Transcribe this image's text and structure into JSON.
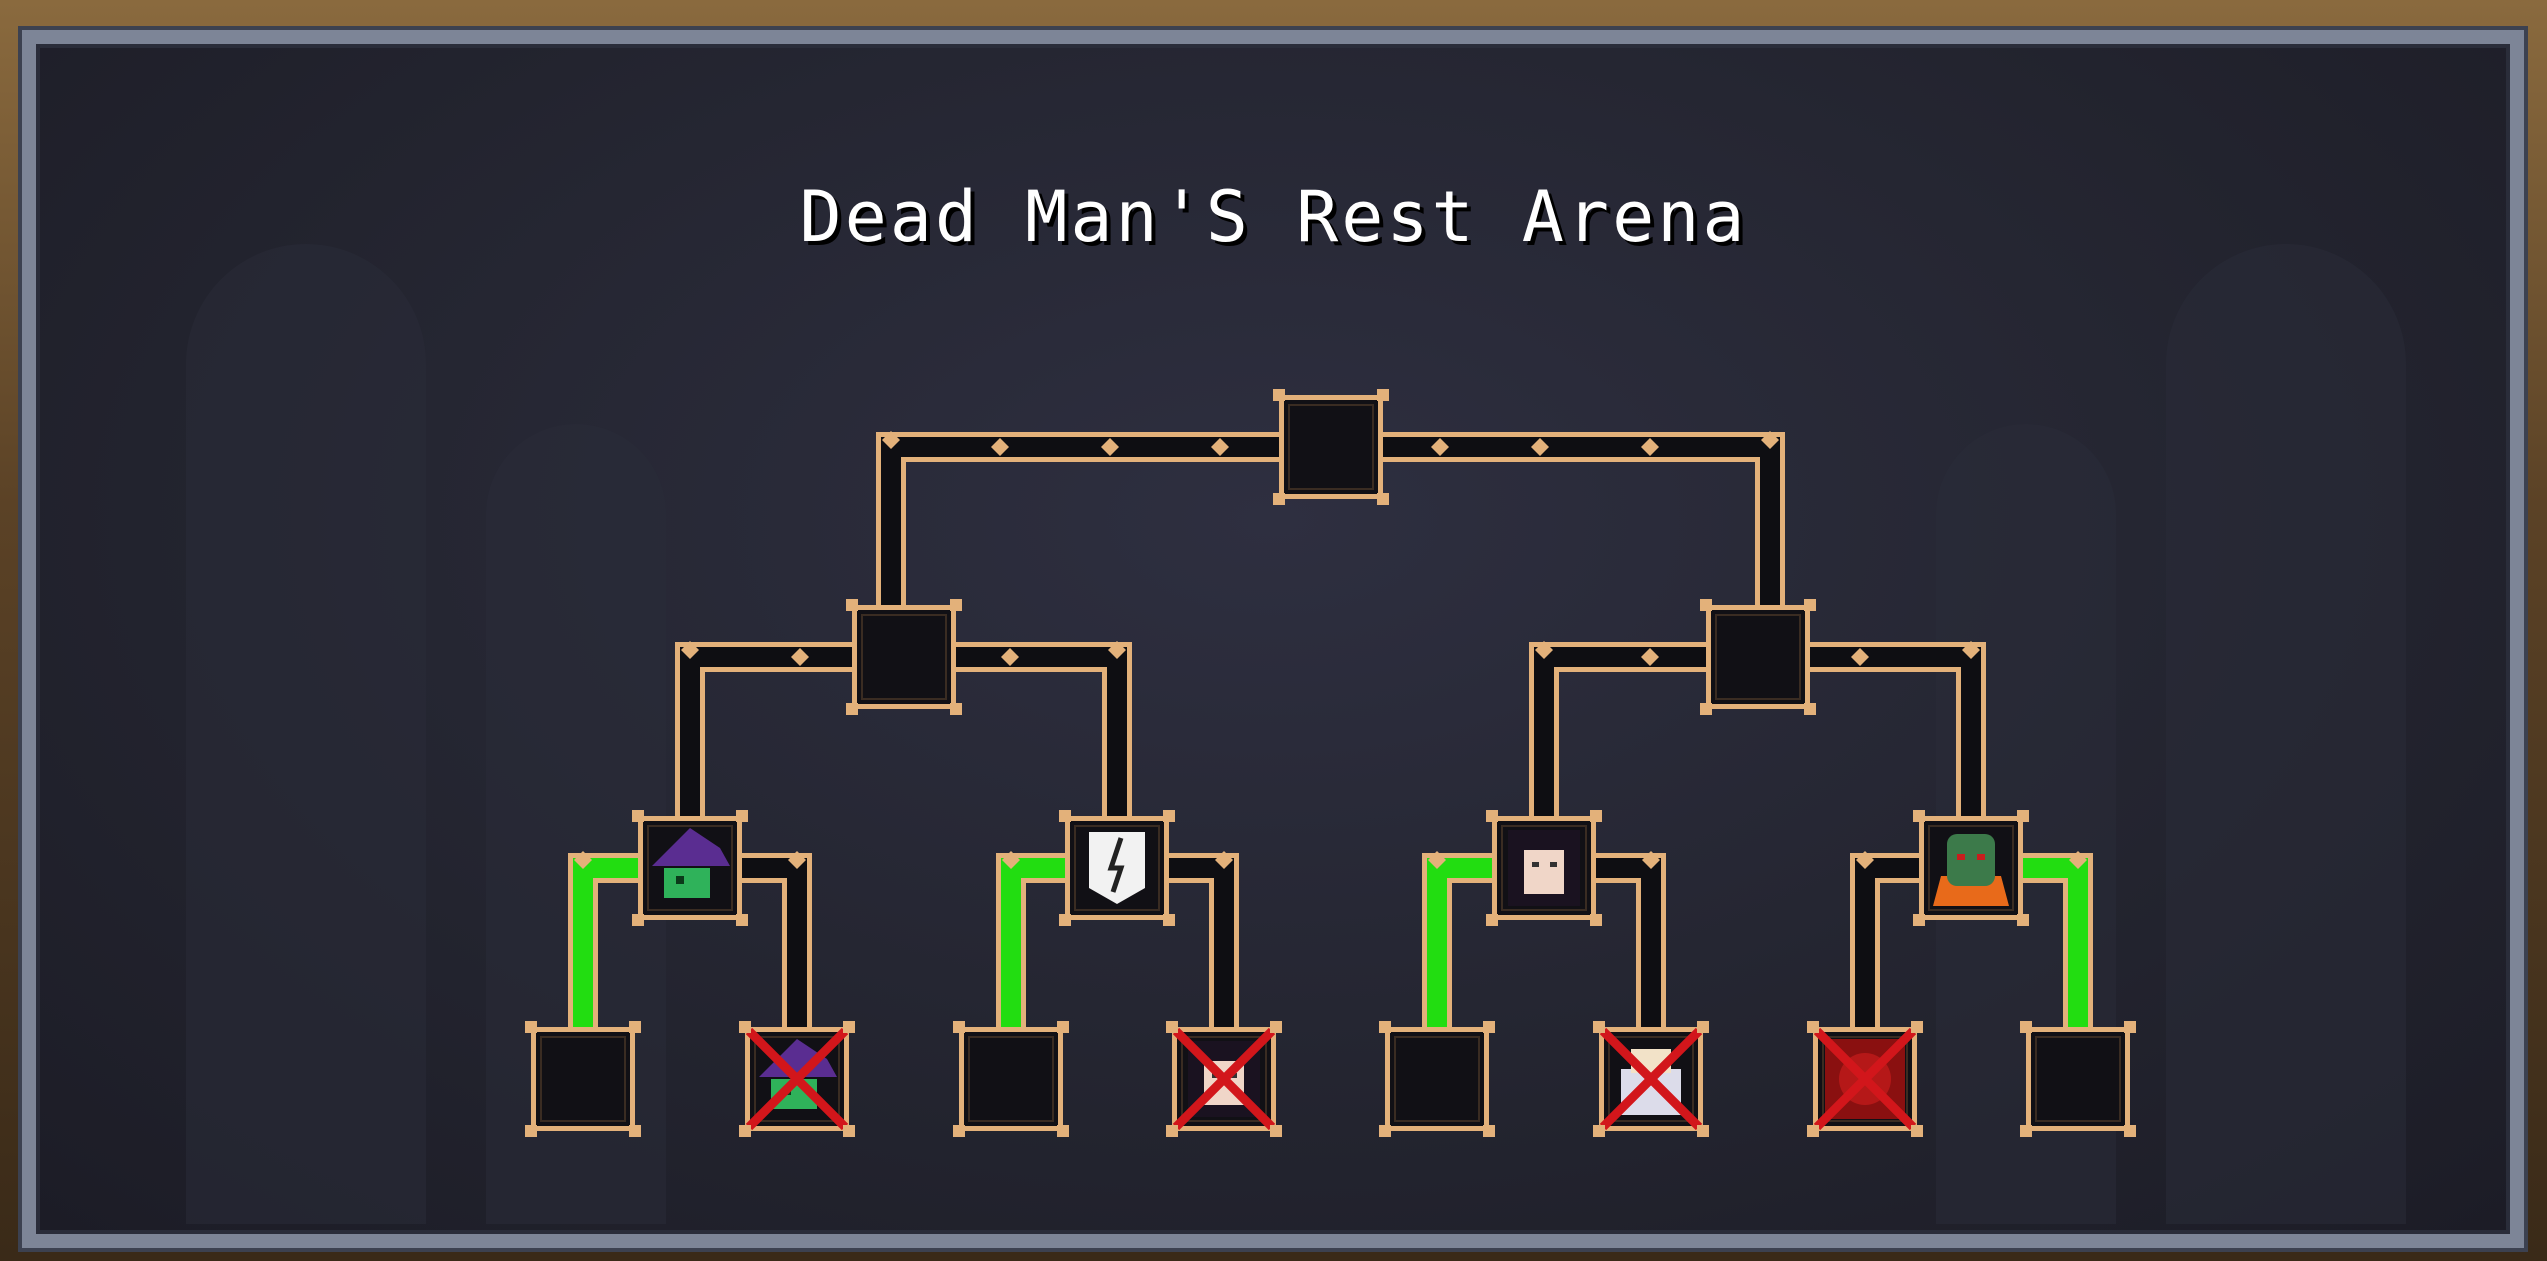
{
  "arena": {
    "title": "Dead Man'S Rest Arena"
  },
  "colors": {
    "frame_border": "#7d8597",
    "panel_bg": "#23242f",
    "bracket_line": "#e3b17a",
    "bracket_fill": "#0e0e12",
    "winner_path": "#22dd11",
    "eliminated_mark": "#d2161b"
  },
  "bracket": {
    "final": {
      "portrait": ""
    },
    "semifinals": [
      {
        "portrait": ""
      },
      {
        "portrait": ""
      }
    ],
    "quarterfinals": [
      {
        "portrait": "purple-witch-goblin-icon",
        "winner_side": "left"
      },
      {
        "portrait": "white-banner-icon",
        "winner_side": "left"
      },
      {
        "portrait": "dark-haired-girl-icon",
        "winner_side": "left"
      },
      {
        "portrait": "green-lizard-warrior-icon",
        "winner_side": "right"
      }
    ],
    "round_of_eight": [
      {
        "portrait": "",
        "eliminated": false
      },
      {
        "portrait": "purple-witch-goblin-icon",
        "eliminated": true
      },
      {
        "portrait": "",
        "eliminated": false
      },
      {
        "portrait": "dark-haired-girl-icon",
        "eliminated": true
      },
      {
        "portrait": "",
        "eliminated": false
      },
      {
        "portrait": "white-haired-fighter-icon",
        "eliminated": true
      },
      {
        "portrait": "red-creature-icon",
        "eliminated": true
      },
      {
        "portrait": "",
        "eliminated": false
      }
    ]
  }
}
